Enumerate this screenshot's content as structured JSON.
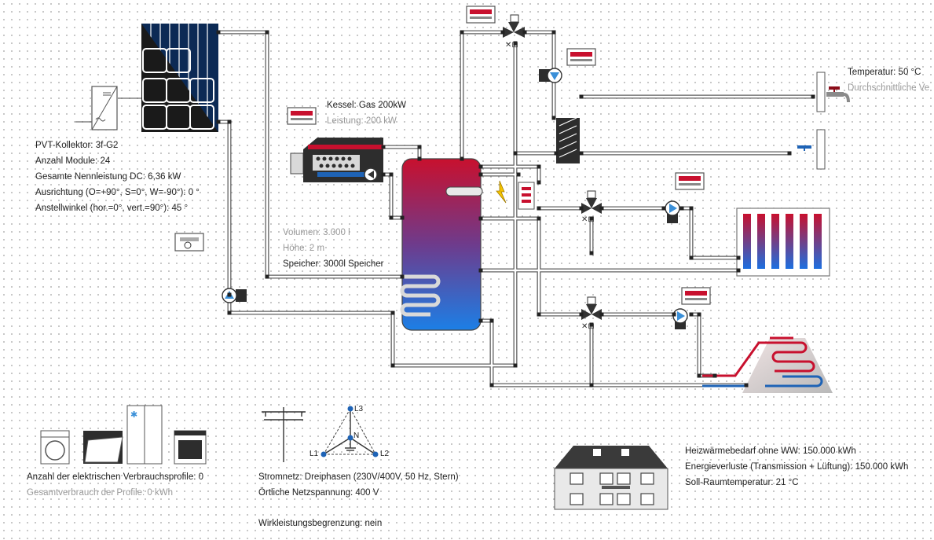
{
  "pv": {
    "title": "PVT-Kollektor: 3f-G2",
    "modules": "Anzahl Module: 24",
    "power": "Gesamte Nennleistung DC: 6,36 kW",
    "orientation": "Ausrichtung (O=+90°, S=0°, W=-90°): 0 °",
    "tilt": "Anstellwinkel (hor.=0°, vert.=90°): 45 °"
  },
  "boiler": {
    "title": "Kessel: Gas 200kW",
    "power": "Leistung: 200 kW"
  },
  "storage": {
    "volume": "Volumen: 3.000 l",
    "height": "Höhe: 2 m",
    "name": "Speicher: 3000l Speicher"
  },
  "tap": {
    "temperature": "Temperatur: 50 °C",
    "average": "Durchschnittliche Ve"
  },
  "consumers": {
    "profiles": "Anzahl der elektrischen Verbrauchsprofile: 0",
    "total": "Gesamtverbrauch der Profile: 0 kWh"
  },
  "grid": {
    "type": "Stromnetz: Dreiphasen (230V/400V, 50 Hz, Stern)",
    "voltage": "Örtliche Netzspannung: 400 V",
    "limit": "Wirkleistungsbegrenzung: nein",
    "phase_l1": "L1",
    "phase_l2": "L2",
    "phase_l3": "L3",
    "neutral": "N"
  },
  "building": {
    "heat_demand": "Heizwärmebedarf ohne WW: 150.000 kWh",
    "losses": "Energieverluste (Transmission + Lüftung): 150.000 kWh",
    "room_temp": "Soll-Raumtemperatur: 21 °C"
  },
  "colors": {
    "pipe": "#606060",
    "hot": "#c8102e",
    "cold": "#1e63b6",
    "pump": "#3a8fd8",
    "panel": "#0c2a55",
    "house": "#3a3a3a"
  }
}
